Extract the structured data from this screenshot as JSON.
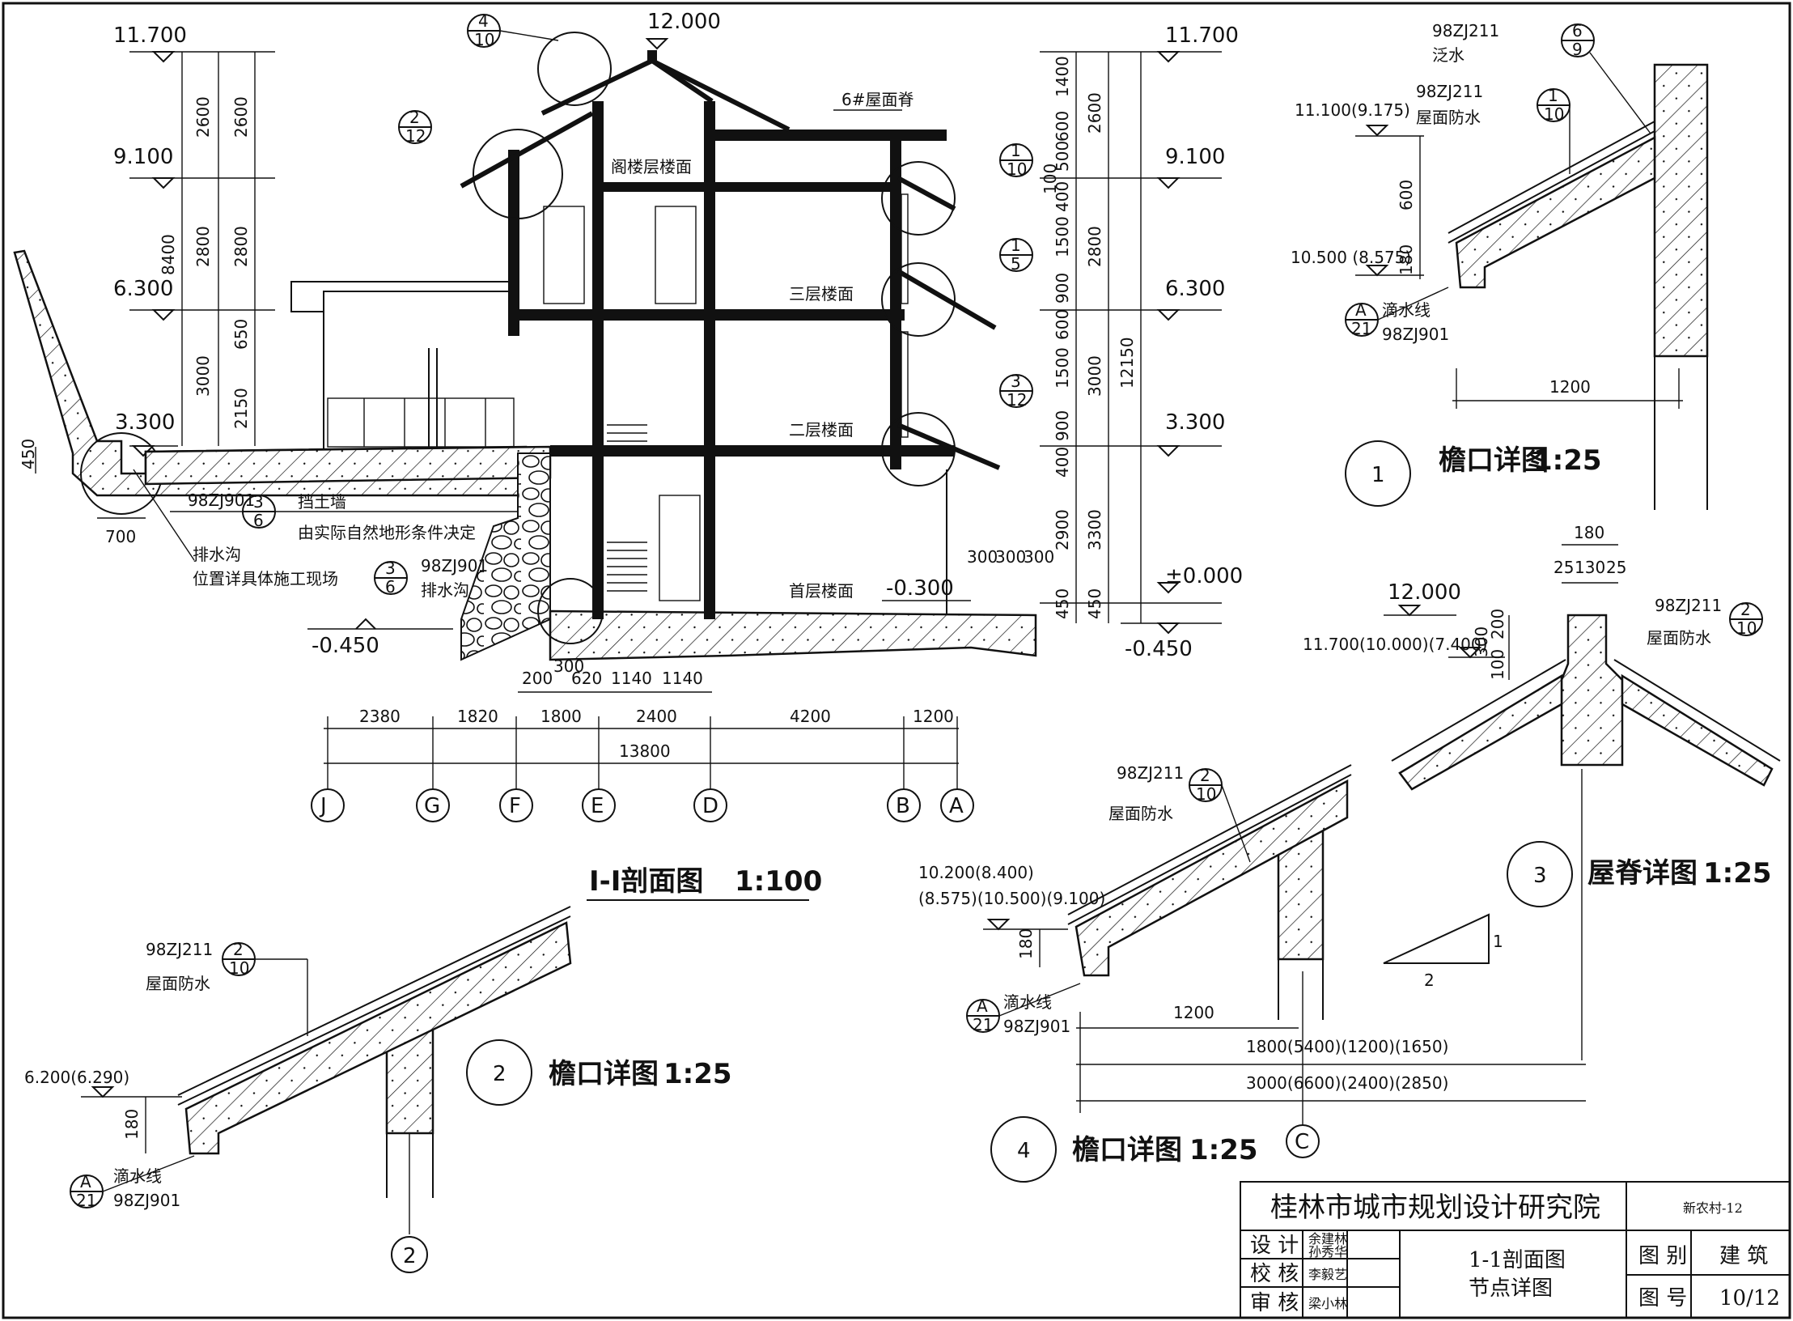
{
  "institute": "桂林市城市规划设计研究院",
  "project_code": "新农村-12",
  "title_block": {
    "design_label": "设 计",
    "designers": [
      "余建林",
      "孙秀华"
    ],
    "check_label": "校 核",
    "checker": "李毅艺",
    "review_label": "审 核",
    "reviewer": "梁小林",
    "drawing_name_1": "1-1剖面图",
    "drawing_name_2": "节点详图",
    "category_label": "图 别",
    "category_value": "建 筑",
    "number_label": "图 号",
    "number_value": "10/12"
  },
  "section": {
    "title": "I-I剖面图",
    "scale": "1:100",
    "left_elevations": [
      "11.700",
      "9.100",
      "6.300",
      "3.300",
      "-0.450"
    ],
    "right_elevations": [
      "11.700",
      "9.100",
      "6.300",
      "3.300",
      "±0.000",
      "-0.450"
    ],
    "ridge_elevation": "12.000",
    "left_dims_col1": [
      "2600",
      "2800",
      "3000"
    ],
    "left_dim_total": "8400",
    "left_dims_col2": [
      "2600",
      "2800",
      "650",
      "2150"
    ],
    "right_dims_col1": [
      "1400",
      "600",
      "500",
      "400",
      "1500",
      "900",
      "600",
      "1500",
      "900",
      "400",
      "2900",
      "450"
    ],
    "right_dim_100": "100",
    "right_dims_col2": [
      "2600",
      "2800",
      "3000",
      "3300",
      "450"
    ],
    "right_dim_total": "12150",
    "floor_labels": [
      "阁楼层楼面",
      "三层楼面",
      "二层楼面",
      "首层楼面"
    ],
    "floor_level_first": "-0.300",
    "ridge_label": "6#屋面脊",
    "retaining_wall_1": "挡土墙",
    "retaining_wall_2": "由实际自然地形条件决定",
    "drain_1": "排水沟",
    "drain_2": "位置详具体施工现场",
    "drain_label": "排水沟",
    "ref_98zj901": "98ZJ901",
    "dim_450": "450",
    "dim_700": "700",
    "small_dims": [
      "200",
      "300",
      "620",
      "1140",
      "1140"
    ],
    "step_dims": [
      "300",
      "300",
      "300"
    ],
    "axis_dims": [
      "2380",
      "1820",
      "1800",
      "2400",
      "4200",
      "1200"
    ],
    "axis_total": "13800",
    "axes": [
      "J",
      "G",
      "F",
      "E",
      "D",
      "B",
      "A"
    ],
    "detail_refs": [
      {
        "top": "4",
        "bottom": "10"
      },
      {
        "top": "2",
        "bottom": "12"
      },
      {
        "top": "1",
        "bottom": "10"
      },
      {
        "top": "1",
        "bottom": "5"
      },
      {
        "top": "3",
        "bottom": "12"
      },
      {
        "top": "3",
        "bottom": "6"
      },
      {
        "top": "3",
        "bottom": "6"
      }
    ]
  },
  "detail1": {
    "number": "1",
    "title": "檐口详图",
    "scale": "1:25",
    "ref1": "98ZJ211",
    "ref1_label": "泛水",
    "ref1_top": "6",
    "ref1_bottom": "9",
    "ref2": "98ZJ211",
    "ref2_label": "屋面防水",
    "ref2_top": "1",
    "ref2_bottom": "10",
    "elev_top": "11.100(9.175)",
    "elev_bottom": "10.500 (8.575)",
    "dim_600": "600",
    "dim_180": "180",
    "drip_label": "滴水线",
    "drip_ref": "98ZJ901",
    "drip_top": "A",
    "drip_bottom": "21",
    "width": "1200"
  },
  "detail2": {
    "number": "2",
    "title": "檐口详图",
    "scale": "1:25",
    "ref": "98ZJ211",
    "ref_label": "屋面防水",
    "ref_top": "2",
    "ref_bottom": "10",
    "elev": "6.200(6.290)",
    "dim_180": "180",
    "drip_label": "滴水线",
    "drip_ref": "98ZJ901",
    "drip_top": "A",
    "drip_bottom": "21",
    "axis": "2"
  },
  "detail3": {
    "number": "3",
    "title": "屋脊详图",
    "scale": "1:25",
    "elev_top": "12.000",
    "elev_bottom": "11.700(10.000)(7.400)",
    "dims_top": [
      "180",
      "25",
      "130",
      "25"
    ],
    "dims_side": [
      "200",
      "300",
      "100"
    ],
    "ref": "98ZJ211",
    "ref_label": "屋面防水",
    "ref_top": "2",
    "ref_bottom": "10",
    "slope_1": "1",
    "slope_2": "2"
  },
  "detail4": {
    "number": "4",
    "title": "檐口详图",
    "scale": "1:25",
    "ref": "98ZJ211",
    "ref_label": "屋面防水",
    "ref_top": "2",
    "ref_bottom": "10",
    "elev_1": "10.200(8.400)",
    "elev_2": "(8.575)(10.500)(9.100)",
    "dim_180": "180",
    "drip_label": "滴水线",
    "drip_ref": "98ZJ901",
    "drip_top": "A",
    "drip_bottom": "21",
    "dim_1200": "1200",
    "dim_mid": "1800(5400)(1200)(1650)",
    "dim_total": "3000(6600)(2400)(2850)",
    "axis": "C"
  }
}
